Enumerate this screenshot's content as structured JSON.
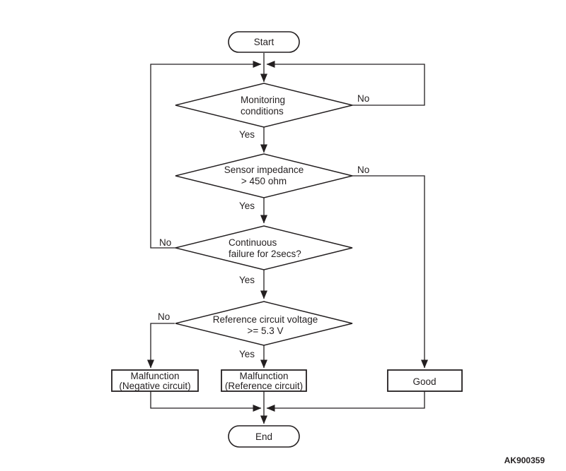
{
  "colors": {
    "ink": "#231f20",
    "background": "#ffffff"
  },
  "figure_code": "AK900359",
  "flowchart": {
    "start": {
      "label": "Start"
    },
    "end": {
      "label": "End"
    },
    "decisions": [
      {
        "id": "monitoring-conditions",
        "line1": "Monitoring",
        "line2": "conditions",
        "yes_label": "Yes",
        "no_label": "No"
      },
      {
        "id": "sensor-impedance",
        "line1": "Sensor impedance",
        "line2": "> 450 ohm",
        "yes_label": "Yes",
        "no_label": "No"
      },
      {
        "id": "continuous-failure",
        "line1": "Continuous",
        "line2": "failure for 2secs?",
        "yes_label": "Yes",
        "no_label": "No"
      },
      {
        "id": "reference-circuit-voltage",
        "line1": "Reference circuit voltage",
        "line2": ">= 5.3 V",
        "yes_label": "Yes",
        "no_label": "No"
      }
    ],
    "outcomes": [
      {
        "id": "malfunction-negative-circuit",
        "line1": "Malfunction",
        "line2": "(Negative circuit)"
      },
      {
        "id": "malfunction-reference-circuit",
        "line1": "Malfunction",
        "line2": "(Reference circuit)"
      },
      {
        "id": "good",
        "line1": "Good"
      }
    ]
  }
}
